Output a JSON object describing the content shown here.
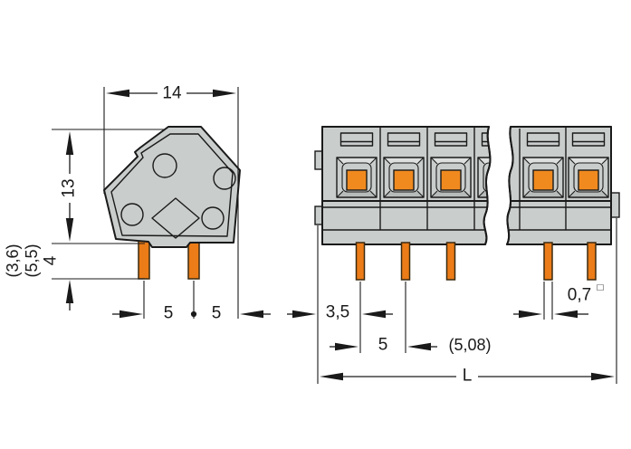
{
  "colors": {
    "line": "#1a1a1a",
    "body": "#c9cdcc",
    "body_light": "#dcdfde",
    "body_dark": "#b7bbba",
    "button_orange": "#f08a1f",
    "pin_orange": "#ec7c17",
    "background": "#ffffff"
  },
  "side_view": {
    "width_mm": "14",
    "height_mm": "13",
    "pin_length_mm": "4",
    "pin_length_alt_mm": "(5,5)",
    "pin_length_alt2_mm": "(3,6)",
    "pin_spacing_left_mm": "5",
    "pin_spacing_right_mm": "5"
  },
  "front_view": {
    "end_to_pin_mm": "3,5",
    "pitch_mm": "5",
    "pitch_alt_mm": "(5,08)",
    "pin_width_mm": "0,7",
    "pin_width_symbol": "□",
    "total_length": "L"
  }
}
